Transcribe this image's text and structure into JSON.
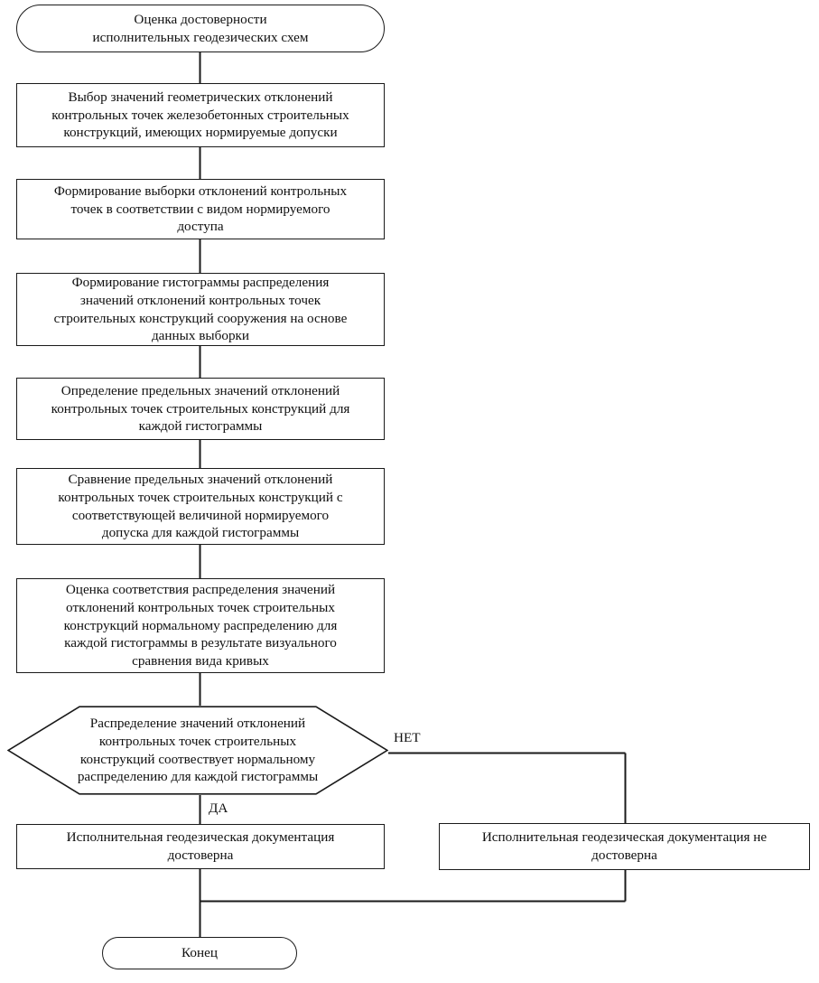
{
  "diagram": {
    "title_text": "Оценка достоверности\nисполнительных геодезических схем",
    "type": "flowchart",
    "orientation": "top-to-bottom",
    "stroke_color": "#1a1a1a",
    "fill_color": "#ffffff",
    "text_color": "#101010"
  },
  "nodes": {
    "start": {
      "shape": "terminator",
      "label": "Оценка достоверности\nисполнительных геодезических схем"
    },
    "step1": {
      "shape": "process",
      "label": "Выбор значений геометрических отклонений\nконтрольных точек железобетонных строительных\nконструкций, имеющих нормируемые допуски"
    },
    "step2": {
      "shape": "process",
      "label": "Формирование выборки отклонений контрольных\nточек в соответствии с видом нормируемого\nдоступа"
    },
    "step3": {
      "shape": "process",
      "label": "Формирование гистограммы распределения\nзначений отклонений контрольных точек\nстроительных конструкций сооружения на основе\nданных выборки"
    },
    "step4": {
      "shape": "process",
      "label": "Определение предельных значений отклонений\nконтрольных точек строительных конструкций для\nкаждой гистограммы"
    },
    "step5": {
      "shape": "process",
      "label": "Сравнение предельных значений отклонений\nконтрольных точек строительных конструкций  с\nсоответствующей величиной нормируемого\nдопуска для каждой гистограммы"
    },
    "step6": {
      "shape": "process",
      "label": "Оценка соответствия распределения значений\nотклонений контрольных точек строительных\nконструкций нормальному распределению для\nкаждой гистограммы в результате визуального\nсравнения вида кривых"
    },
    "decision": {
      "shape": "hexagon",
      "label": "Распределение значений отклонений\nконтрольных точек строительных\nконструкций соотвествует нормальному\nраспределению для каждой гистограммы"
    },
    "result_yes": {
      "shape": "process",
      "label": "Исполнительная геодезическая документация\nдостоверна"
    },
    "result_no": {
      "shape": "process",
      "label": "Исполнительная геодезическая документация не\nдостоверна"
    },
    "end": {
      "shape": "terminator",
      "label": "Конец"
    }
  },
  "edge_labels": {
    "no": "НЕТ",
    "yes": "ДА"
  }
}
